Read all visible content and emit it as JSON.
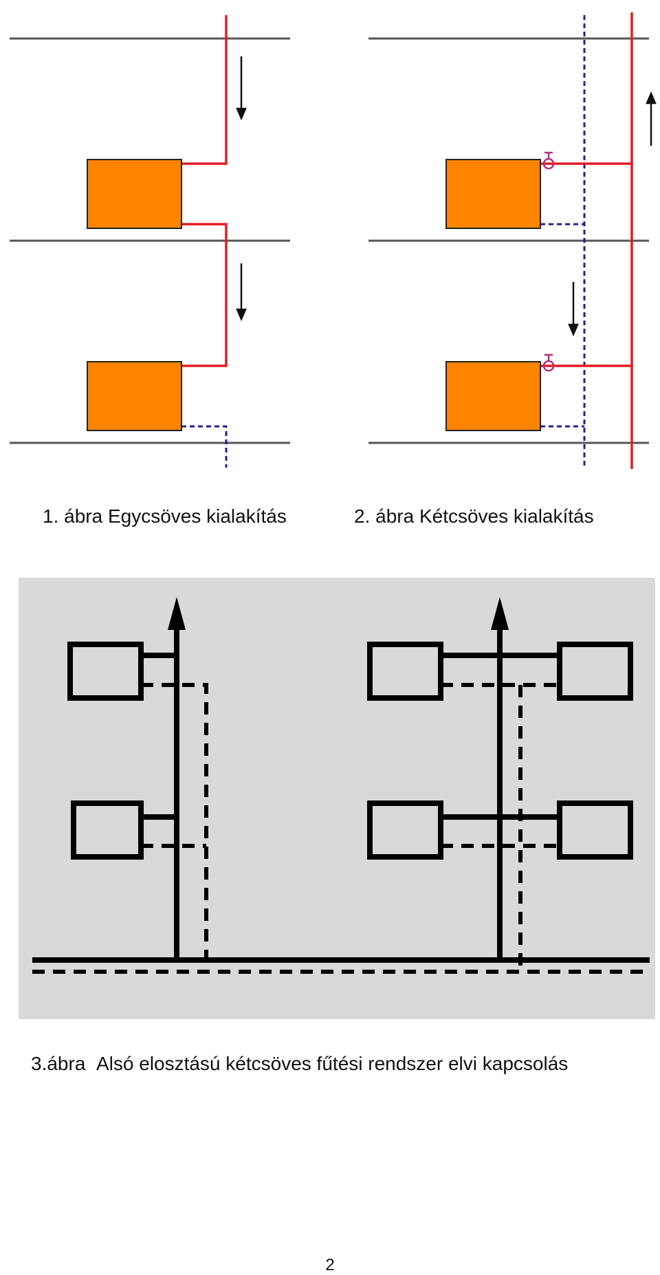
{
  "figure1": {
    "caption": "1. ábra Egycsöves kialakítás"
  },
  "figure2": {
    "caption": "2. ábra Kétcsöves kialakítás"
  },
  "figure3": {
    "caption_num": "3.ábra",
    "caption_text": "Alsó elosztású kétcsöves fűtési rendszer elvi kapcsolás"
  },
  "page": {
    "number": "2"
  },
  "colors": {
    "radiator": "#fe8400",
    "supply_pipe": "#e31b23",
    "return_pipe": "#20209a",
    "floor_line": "#555555",
    "valve": "#b0307a",
    "schematic_bg": "#d9d9d9",
    "schematic_line": "#000000"
  }
}
